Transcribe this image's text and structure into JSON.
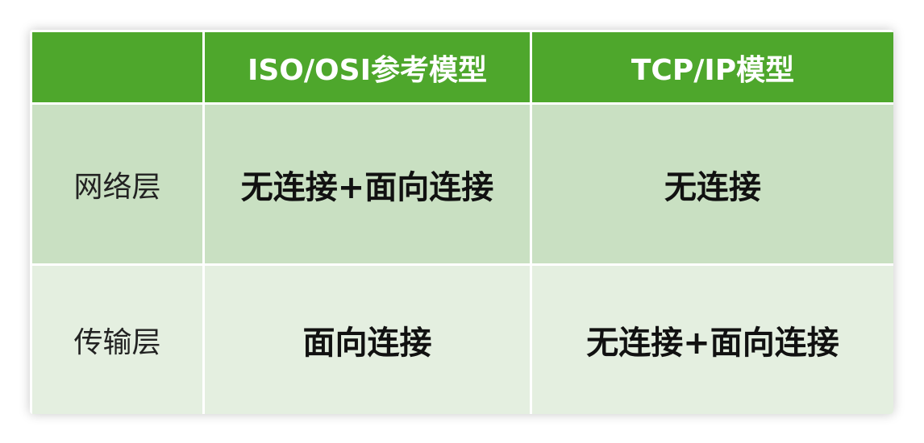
{
  "table": {
    "header": {
      "corner": "",
      "col1": "ISO/OSI参考模型",
      "col2": "TCP/IP模型"
    },
    "rows": [
      {
        "label": "网络层",
        "osi": "无连接+面向连接",
        "tcpip": "无连接"
      },
      {
        "label": "传输层",
        "osi": "面向连接",
        "tcpip": "无连接+面向连接"
      }
    ]
  },
  "colors": {
    "header_bg": "#4ea72c",
    "row1_bg": "#c9e0c2",
    "row2_bg": "#e4efe0",
    "header_text": "#ffffff"
  }
}
